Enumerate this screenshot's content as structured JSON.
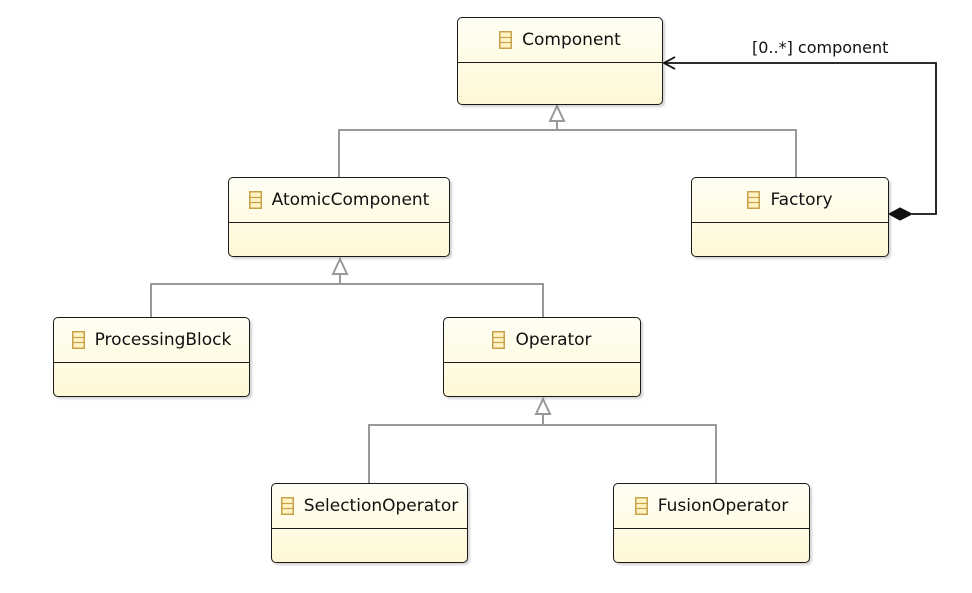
{
  "diagram": {
    "classes": [
      {
        "id": "component",
        "name": "Component"
      },
      {
        "id": "atomic",
        "name": "AtomicComponent"
      },
      {
        "id": "factory",
        "name": "Factory"
      },
      {
        "id": "processing",
        "name": "ProcessingBlock"
      },
      {
        "id": "operator",
        "name": "Operator"
      },
      {
        "id": "selection",
        "name": "SelectionOperator"
      },
      {
        "id": "fusion",
        "name": "FusionOperator"
      }
    ],
    "association": {
      "label": "[0..*] component"
    },
    "colors": {
      "class_fill_top": "#fffef4",
      "class_fill_bottom": "#fff8d6",
      "class_border": "#1a1a1a",
      "generalization_line": "#999999",
      "association_line": "#111111",
      "class_icon": "#c8a24a"
    },
    "icon": "class-icon"
  }
}
